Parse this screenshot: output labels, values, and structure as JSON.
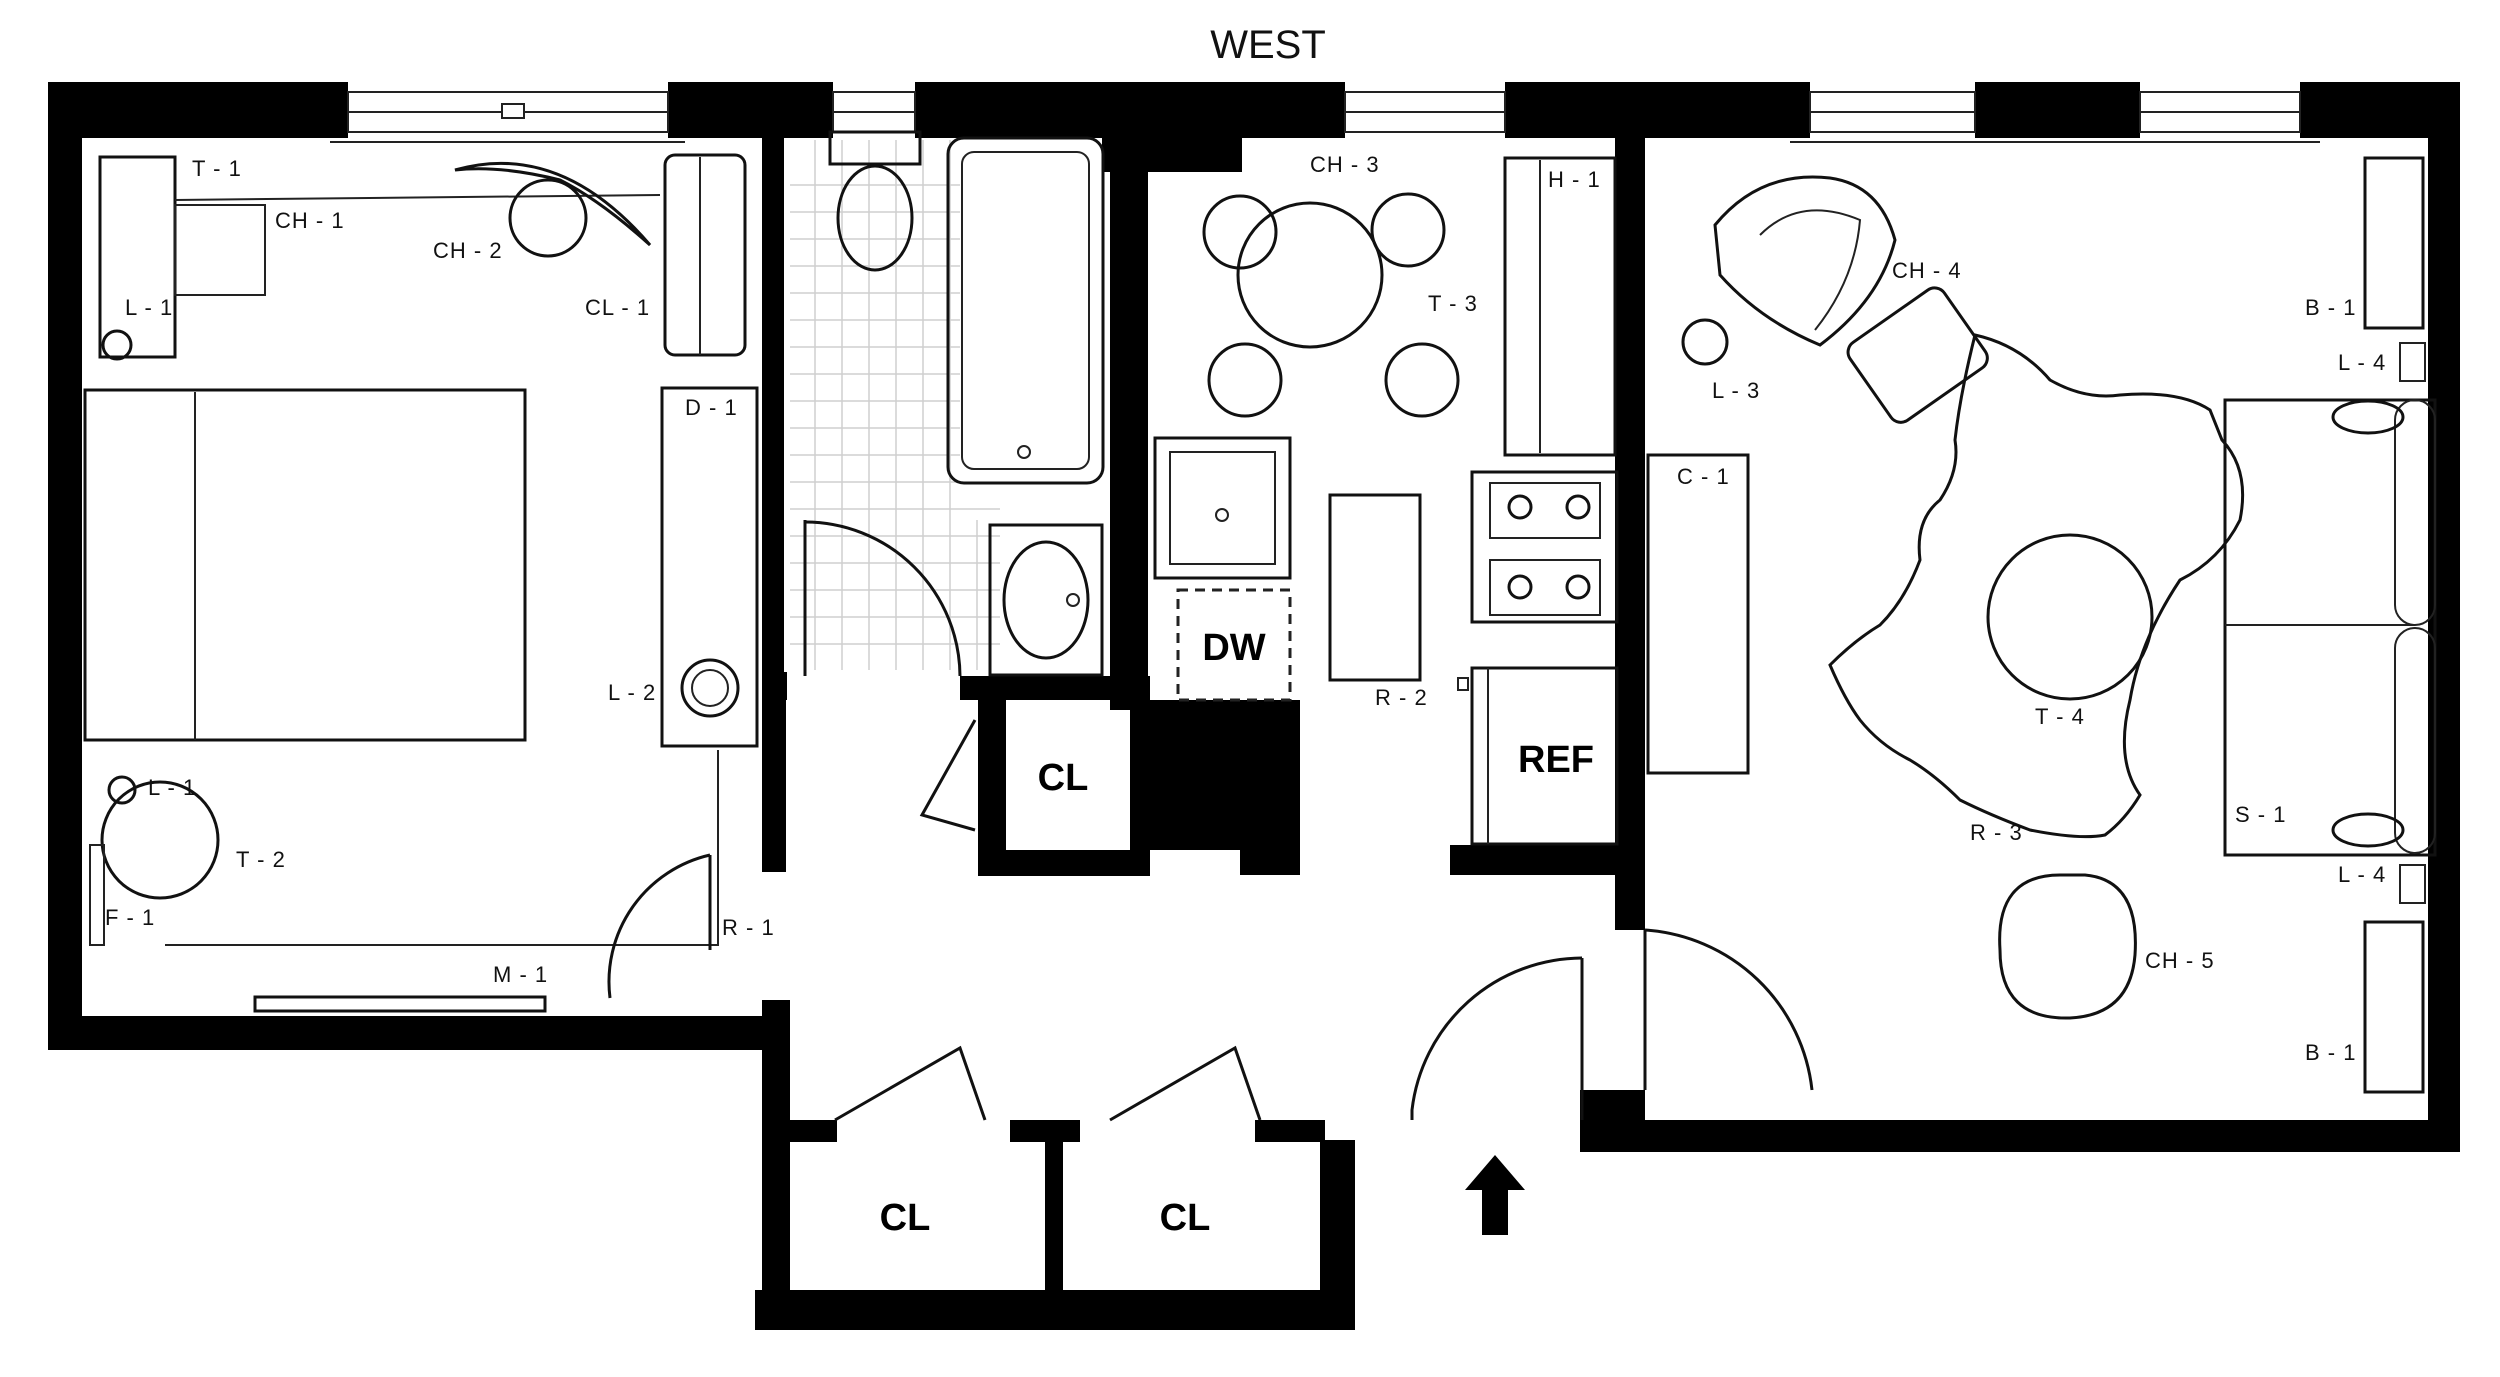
{
  "compass": {
    "north_label": "WEST"
  },
  "rooms": {
    "closet_kitchen": "CL",
    "closet_hall_left": "CL",
    "closet_hall_right": "CL",
    "dishwasher": "DW",
    "refrigerator": "REF"
  },
  "entry": {
    "icon": "entry-arrow-icon"
  },
  "labels": {
    "t1": "T - 1",
    "ch1": "CH - 1",
    "ch2": "CH - 2",
    "cl1": "CL - 1",
    "l1_top": "L - 1",
    "d1": "D - 1",
    "l2": "L - 2",
    "l1_bottom": "L - 1",
    "t2": "T - 2",
    "f1": "F - 1",
    "r1": "R - 1",
    "m1": "M - 1",
    "ch3": "CH - 3",
    "t3": "T - 3",
    "h1": "H - 1",
    "r2": "R - 2",
    "ch4": "CH - 4",
    "b1_top": "B - 1",
    "l4_top": "L - 4",
    "l3": "L - 3",
    "c1": "C - 1",
    "t4": "T - 4",
    "r3": "R - 3",
    "s1": "S - 1",
    "l4_bottom": "L - 4",
    "ch5": "CH - 5",
    "b1_bottom": "B - 1"
  }
}
